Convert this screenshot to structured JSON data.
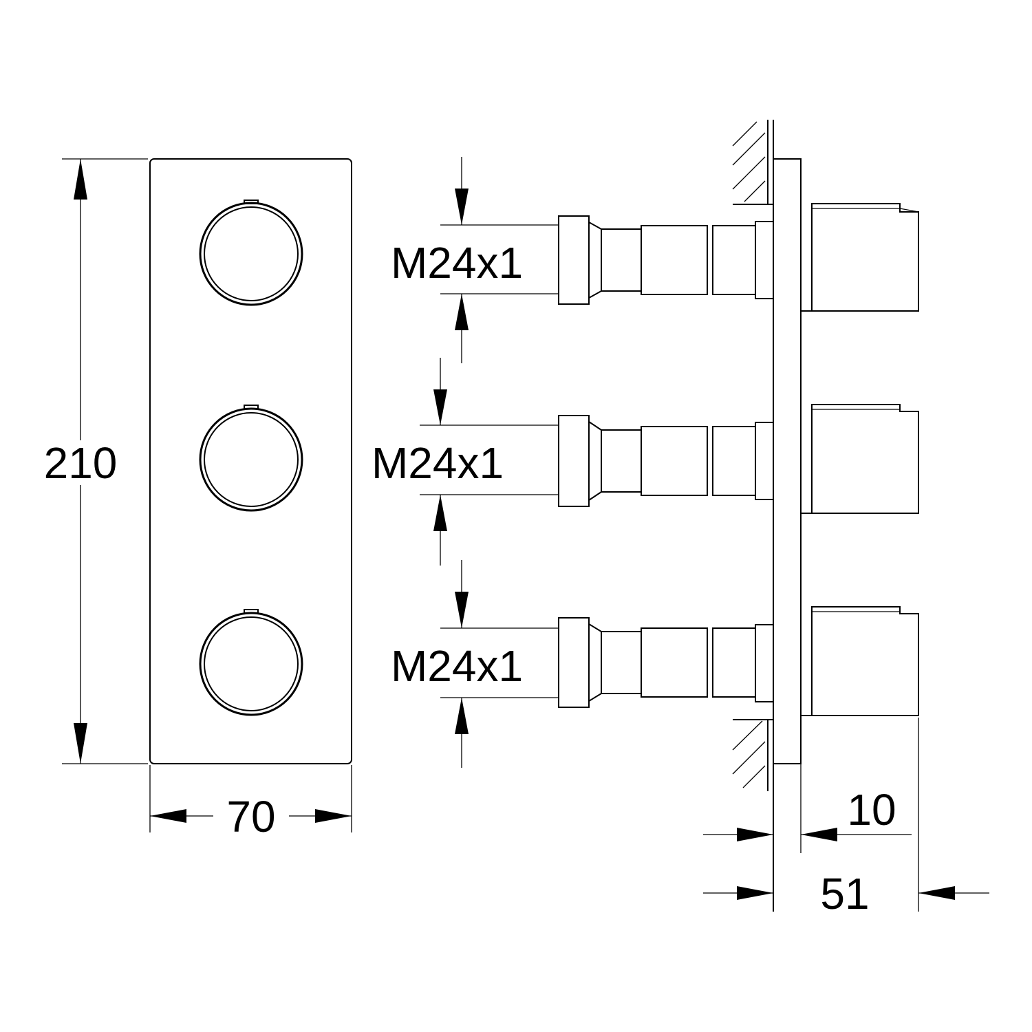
{
  "dimensions": {
    "height": "210",
    "width": "70",
    "plate_thickness": "10",
    "total_depth": "51"
  },
  "threads": [
    {
      "label": "M24x1"
    },
    {
      "label": "M24x1"
    },
    {
      "label": "M24x1"
    }
  ]
}
